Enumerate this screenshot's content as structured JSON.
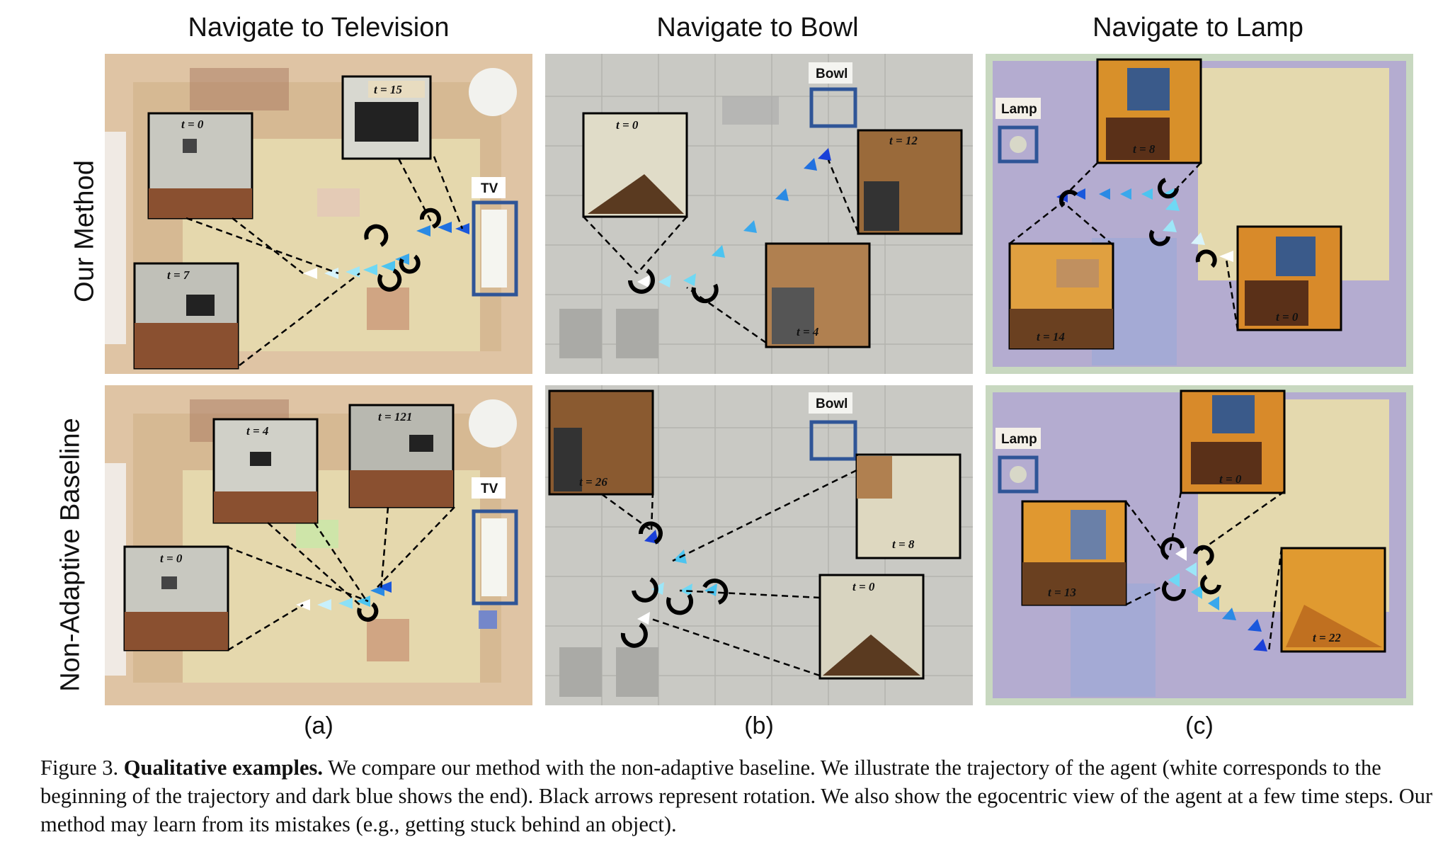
{
  "columns": [
    {
      "title": "Navigate to Television",
      "sub_label": "(a)"
    },
    {
      "title": "Navigate to Bowl",
      "sub_label": "(b)"
    },
    {
      "title": "Navigate to Lamp",
      "sub_label": "(c)"
    }
  ],
  "rows": [
    {
      "label": "Our Method"
    },
    {
      "label": "Non-Adaptive Baseline"
    }
  ],
  "panels": {
    "a_top": {
      "target": "TV",
      "steps": [
        "t = 15",
        "t = 0",
        "t = 7"
      ]
    },
    "a_bottom": {
      "target": "TV",
      "steps": [
        "t = 4",
        "t = 121",
        "t = 0"
      ]
    },
    "b_top": {
      "target": "Bowl",
      "steps": [
        "t = 0",
        "t = 12",
        "t = 4"
      ]
    },
    "b_bottom": {
      "target": "Bowl",
      "steps": [
        "t = 26",
        "t = 8",
        "t = 0"
      ]
    },
    "c_top": {
      "target": "Lamp",
      "steps": [
        "t = 8",
        "t = 14",
        "t = 0"
      ]
    },
    "c_bottom": {
      "target": "Lamp",
      "steps": [
        "t = 0",
        "t = 13",
        "t = 22"
      ]
    }
  },
  "caption": {
    "prefix": "Figure 3. ",
    "bold": "Qualitative examples.",
    "text": " We compare our method with the non-adaptive baseline. We illustrate the trajectory of the agent (white corresponds to the beginning of the trajectory and dark blue shows the end). Black arrows represent rotation. We also show the egocentric view of the agent at a few time steps. Our method may learn from its mistakes (e.g., getting stuck behind an object)."
  },
  "colors": {
    "target_box": "#2f5597",
    "traj_start": "#ffffff",
    "traj_mid": "#5fd0f0",
    "traj_end": "#1a3fd8",
    "rotation": "#000000",
    "room_a": "#d8b890",
    "room_b": "#c9c9c4",
    "room_c": "#b4acd0"
  }
}
